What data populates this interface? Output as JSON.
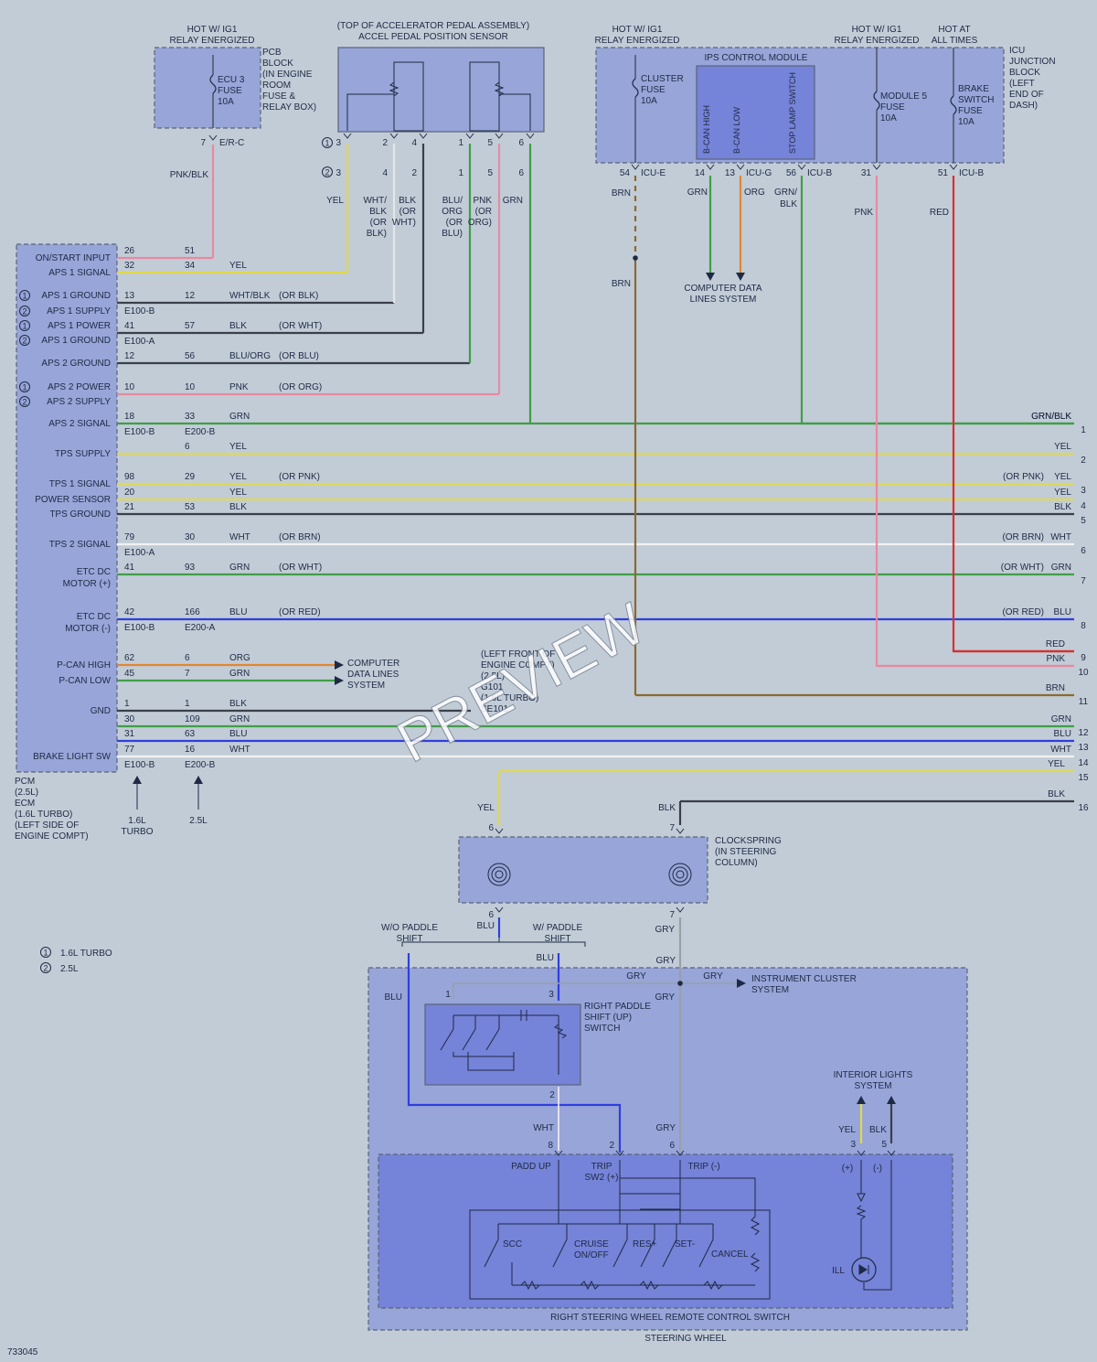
{
  "figure_id": "733045",
  "watermark": "PREVIEW",
  "pcb": {
    "header": [
      "HOT W/ IG1",
      "RELAY ENERGIZED"
    ],
    "desc": [
      "PCB",
      "BLOCK",
      "(IN ENGINE",
      "ROOM",
      "FUSE &",
      "RELAY BOX)"
    ],
    "fuse": [
      "ECU 3",
      "FUSE",
      "10A"
    ],
    "pin": "7",
    "connector": "E/R-C",
    "wire": "PNK/BLK"
  },
  "aps": {
    "header": [
      "(TOP OF ACCELERATOR PEDAL ASSEMBLY)",
      "ACCEL PEDAL POSITION SENSOR"
    ],
    "pins_row1": [
      "3",
      "2",
      "4",
      "1",
      "5",
      "6"
    ],
    "pins_row2": [
      "3",
      "4",
      "2",
      "1",
      "5",
      "6"
    ],
    "wires": [
      [
        "YEL"
      ],
      [
        "WHT/",
        "BLK",
        "(OR",
        "BLK)"
      ],
      [
        "BLK",
        "(OR",
        "WHT)"
      ],
      [
        "BLU/",
        "ORG",
        "(OR",
        "BLU)"
      ],
      [
        "PNK",
        "(OR",
        "ORG)"
      ],
      [
        "GRN"
      ]
    ]
  },
  "icu": {
    "header_left": [
      "HOT W/ IG1",
      "RELAY ENERGIZED"
    ],
    "header_mid": [
      "HOT W/ IG1",
      "RELAY ENERGIZED"
    ],
    "header_right": [
      "HOT AT",
      "ALL TIMES"
    ],
    "desc": [
      "ICU",
      "JUNCTION",
      "BLOCK",
      "(LEFT",
      "END OF",
      "DASH)"
    ],
    "cluster_fuse": [
      "CLUSTER",
      "FUSE",
      "10A"
    ],
    "ips_module": "IPS CONTROL MODULE",
    "ips_pins": [
      "B-CAN HIGH",
      "B-CAN LOW",
      "STOP LAMP SWITCH"
    ],
    "module5_fuse": [
      "MODULE 5",
      "FUSE",
      "10A"
    ],
    "brake_fuse": [
      "BRAKE",
      "SWITCH",
      "FUSE",
      "10A"
    ],
    "pins": [
      {
        "pin": "54",
        "conn": "ICU-E"
      },
      {
        "pin": "14",
        "conn": ""
      },
      {
        "pin": "13",
        "conn": "ICU-G"
      },
      {
        "pin": "56",
        "conn": "ICU-B"
      },
      {
        "pin": "31",
        "conn": ""
      },
      {
        "pin": "51",
        "conn": "ICU-B"
      }
    ],
    "wire_brn": "BRN",
    "wire_grn": "GRN",
    "wire_org": "ORG",
    "wire_grnblk": [
      "GRN/",
      "BLK"
    ],
    "wire_pnk": "PNK",
    "wire_red": "RED",
    "wire_brn2": "BRN",
    "cdl": [
      "COMPUTER DATA",
      "LINES SYSTEM"
    ]
  },
  "pcm": {
    "desc": [
      "PCM",
      "(2.5L)",
      "ECM",
      "(1.6L TURBO)",
      "(LEFT SIDE OF",
      "ENGINE COMPT)"
    ],
    "circuits": [
      {
        "label": "ON/START INPUT",
        "p1": "26",
        "p2": "51",
        "wire": "",
        "alt": "",
        "conn": "",
        "conn2": "",
        "note": "",
        "right_label": "",
        "right_alt": "",
        "num": ""
      },
      {
        "label": "APS 1 SIGNAL",
        "p1": "32",
        "p2": "34",
        "wire": "YEL",
        "alt": "",
        "conn": "",
        "conn2": "",
        "note": "",
        "right_label": "",
        "right_alt": "",
        "num": ""
      },
      {
        "label": "APS 1 GROUND",
        "p1": "13",
        "p2": "12",
        "wire": "WHT/BLK",
        "alt": "(OR BLK)",
        "conn": "E100-B",
        "conn2": "",
        "note": "1",
        "right_label": "",
        "right_alt": "",
        "num": ""
      },
      {
        "label": "APS 1 SUPPLY",
        "p1": "",
        "p2": "",
        "wire": "",
        "alt": "",
        "conn": "",
        "conn2": "",
        "note": "2",
        "right_label": "",
        "right_alt": "",
        "num": ""
      },
      {
        "label": "APS 1 POWER",
        "p1": "41",
        "p2": "57",
        "wire": "BLK",
        "alt": "(OR WHT)",
        "conn": "E100-A",
        "conn2": "",
        "note": "1",
        "right_label": "",
        "right_alt": "",
        "num": ""
      },
      {
        "label": "APS 1 GROUND",
        "p1": "",
        "p2": "",
        "wire": "",
        "alt": "",
        "conn": "",
        "conn2": "",
        "note": "2",
        "right_label": "",
        "right_alt": "",
        "num": ""
      },
      {
        "label": "APS 2 GROUND",
        "p1": "12",
        "p2": "56",
        "wire": "BLU/ORG",
        "alt": "(OR BLU)",
        "conn": "",
        "conn2": "",
        "note": "",
        "right_label": "",
        "right_alt": "",
        "num": ""
      },
      {
        "label": "APS 2 POWER",
        "p1": "10",
        "p2": "10",
        "wire": "PNK",
        "alt": "(OR ORG)",
        "conn": "",
        "conn2": "",
        "note": "1",
        "right_label": "",
        "right_alt": "",
        "num": ""
      },
      {
        "label": "APS 2 SUPPLY",
        "p1": "",
        "p2": "",
        "wire": "",
        "alt": "",
        "conn": "",
        "conn2": "",
        "note": "2",
        "right_label": "",
        "right_alt": "",
        "num": ""
      },
      {
        "label": "APS 2 SIGNAL",
        "p1": "18",
        "p2": "33",
        "wire": "GRN",
        "alt": "",
        "conn": "E100-B",
        "conn2": "E200-B",
        "note": "",
        "right_label": "GRN/BLK",
        "right_alt": "",
        "num": "1"
      },
      {
        "label": "TPS SUPPLY",
        "p1": "",
        "p2": "6",
        "wire": "YEL",
        "alt": "",
        "conn": "",
        "conn2": "",
        "note": "",
        "right_label": "YEL",
        "right_alt": "",
        "num": "2"
      },
      {
        "label": "TPS 1 SIGNAL",
        "p1": "98",
        "p2": "29",
        "wire": "YEL",
        "alt": "(OR PNK)",
        "conn": "",
        "conn2": "",
        "note": "",
        "right_label": "YEL",
        "right_alt": "(OR PNK)",
        "num": "3"
      },
      {
        "label": "POWER SENSOR",
        "p1": "20",
        "p2": "",
        "wire": "YEL",
        "alt": "",
        "conn": "",
        "conn2": "",
        "note": "",
        "right_label": "YEL",
        "right_alt": "",
        "num": "4"
      },
      {
        "label": "TPS GROUND",
        "p1": "21",
        "p2": "53",
        "wire": "BLK",
        "alt": "",
        "conn": "",
        "conn2": "",
        "note": "",
        "right_label": "BLK",
        "right_alt": "",
        "num": "5"
      },
      {
        "label": "TPS 2 SIGNAL",
        "p1": "79",
        "p2": "30",
        "wire": "WHT",
        "alt": "(OR BRN)",
        "conn": "E100-A",
        "conn2": "",
        "note": "",
        "right_label": "WHT",
        "right_alt": "(OR BRN)",
        "num": "6"
      },
      {
        "label": "ETC DC MOTOR (+)",
        "p1": "41",
        "p2": "93",
        "wire": "GRN",
        "alt": "(OR WHT)",
        "conn": "",
        "conn2": "",
        "note": "",
        "right_label": "GRN",
        "right_alt": "(OR WHT)",
        "num": "7"
      },
      {
        "label": "ETC DC MOTOR (-)",
        "p1": "42",
        "p2": "166",
        "wire": "BLU",
        "alt": "(OR RED)",
        "conn": "E100-B",
        "conn2": "E200-A",
        "note": "",
        "right_label": "BLU",
        "right_alt": "(OR RED)",
        "num": "8"
      },
      {
        "label": "P-CAN HIGH",
        "p1": "62",
        "p2": "6",
        "wire": "ORG",
        "alt": "",
        "conn": "",
        "conn2": "",
        "note": "",
        "right_label": "",
        "right_alt": "",
        "num": ""
      },
      {
        "label": "P-CAN LOW",
        "p1": "45",
        "p2": "7",
        "wire": "GRN",
        "alt": "",
        "conn": "",
        "conn2": "",
        "note": "",
        "right_label": "",
        "right_alt": "",
        "num": ""
      },
      {
        "label": "GND",
        "p1": "1",
        "p2": "1",
        "wire": "BLK",
        "alt": "",
        "conn": "",
        "conn2": "",
        "note": "",
        "right_label": "",
        "right_alt": "",
        "num": ""
      },
      {
        "label": "",
        "p1": "30",
        "p2": "109",
        "wire": "GRN",
        "alt": "",
        "conn": "",
        "conn2": "",
        "note": "",
        "right_label": "GRN",
        "right_alt": "",
        "num": "12"
      },
      {
        "label": "",
        "p1": "31",
        "p2": "63",
        "wire": "BLU",
        "alt": "",
        "conn": "",
        "conn2": "",
        "note": "",
        "right_label": "BLU",
        "right_alt": "",
        "num": "13"
      },
      {
        "label": "BRAKE LIGHT SW",
        "p1": "77",
        "p2": "16",
        "wire": "WHT",
        "alt": "",
        "conn": "E100-B",
        "conn2": "E200-B",
        "note": "",
        "right_label": "WHT",
        "right_alt": "",
        "num": "14"
      }
    ],
    "col_labels": [
      [
        "1.6L",
        "TURBO"
      ],
      [
        "2.5L"
      ]
    ]
  },
  "right_extra": [
    {
      "label": "RED",
      "num": "9"
    },
    {
      "label": "PNK",
      "num": "10"
    },
    {
      "label": "BRN",
      "num": "11"
    },
    {
      "label": "YEL",
      "num": "15"
    },
    {
      "label": "BLK",
      "num": "16"
    }
  ],
  "ground_note": [
    "(LEFT FRONT OF",
    "ENGINE COMPT)",
    "(2.5L)",
    "G101",
    "(1.6L TURBO)",
    "SE101"
  ],
  "cdl_pcm": [
    "COMPUTER",
    "DATA LINES",
    "SYSTEM"
  ],
  "notes": [
    {
      "num": "1",
      "text": "1.6L TURBO"
    },
    {
      "num": "2",
      "text": "2.5L"
    }
  ],
  "clockspring": {
    "desc": [
      "CLOCKSPRING",
      "(IN STEERING",
      "COLUMN)"
    ],
    "top_pins": [
      "6",
      "7"
    ],
    "top_wires": [
      "YEL",
      "BLK"
    ],
    "bot_pins": [
      "6",
      "7"
    ],
    "bot_wires": [
      "BLU",
      "GRY"
    ]
  },
  "steering": {
    "wo_paddle": [
      "W/O PADDLE",
      "SHIFT"
    ],
    "w_paddle": [
      "W/ PADDLE",
      "SHIFT"
    ],
    "blu": "BLU",
    "gry": "GRY",
    "ic_system": [
      "INSTRUMENT CLUSTER",
      "SYSTEM"
    ],
    "paddle_switch": [
      "RIGHT PADDLE",
      "SHIFT (UP)",
      "SWITCH"
    ],
    "paddle_pins": [
      "1",
      "3",
      "2"
    ],
    "interior": [
      "INTERIOR LIGHTS",
      "SYSTEM"
    ],
    "il_wires": [
      "YEL",
      "BLK"
    ],
    "il_pins": [
      "3",
      "5"
    ],
    "il_signs": [
      "(+)",
      "(-)"
    ],
    "rc_wires": [
      "WHT",
      "GRY"
    ],
    "rc_pins": [
      "8",
      "2",
      "6"
    ],
    "padd_up": "PADD UP",
    "trip_sw2": [
      "TRIP",
      "SW2 (+)"
    ],
    "trip_minus": "TRIP (-)",
    "switches": [
      "SCC",
      "CRUISE",
      "ON/OFF",
      "RES+",
      "SET-",
      "CANCEL"
    ],
    "ill": "ILL",
    "rc_title": "RIGHT STEERING WHEEL REMOTE CONTROL SWITCH",
    "footer": "STEERING WHEEL"
  },
  "colors": {
    "bg": "#c2ccd7",
    "box": "#97a5d8",
    "box_dark": "#7583d8",
    "ink": "#1e2a44",
    "YEL": "#e1d84b",
    "PNK": "#e58aa1",
    "GRN": "#3f9e46",
    "BLU": "#2f3fdc",
    "RED": "#d8302f",
    "ORG": "#e1872f",
    "BLK": "#3a3f4a",
    "WHT": "#f2f2f2",
    "BRN": "#8a6a2f",
    "GRY": "#9aa0a8"
  }
}
